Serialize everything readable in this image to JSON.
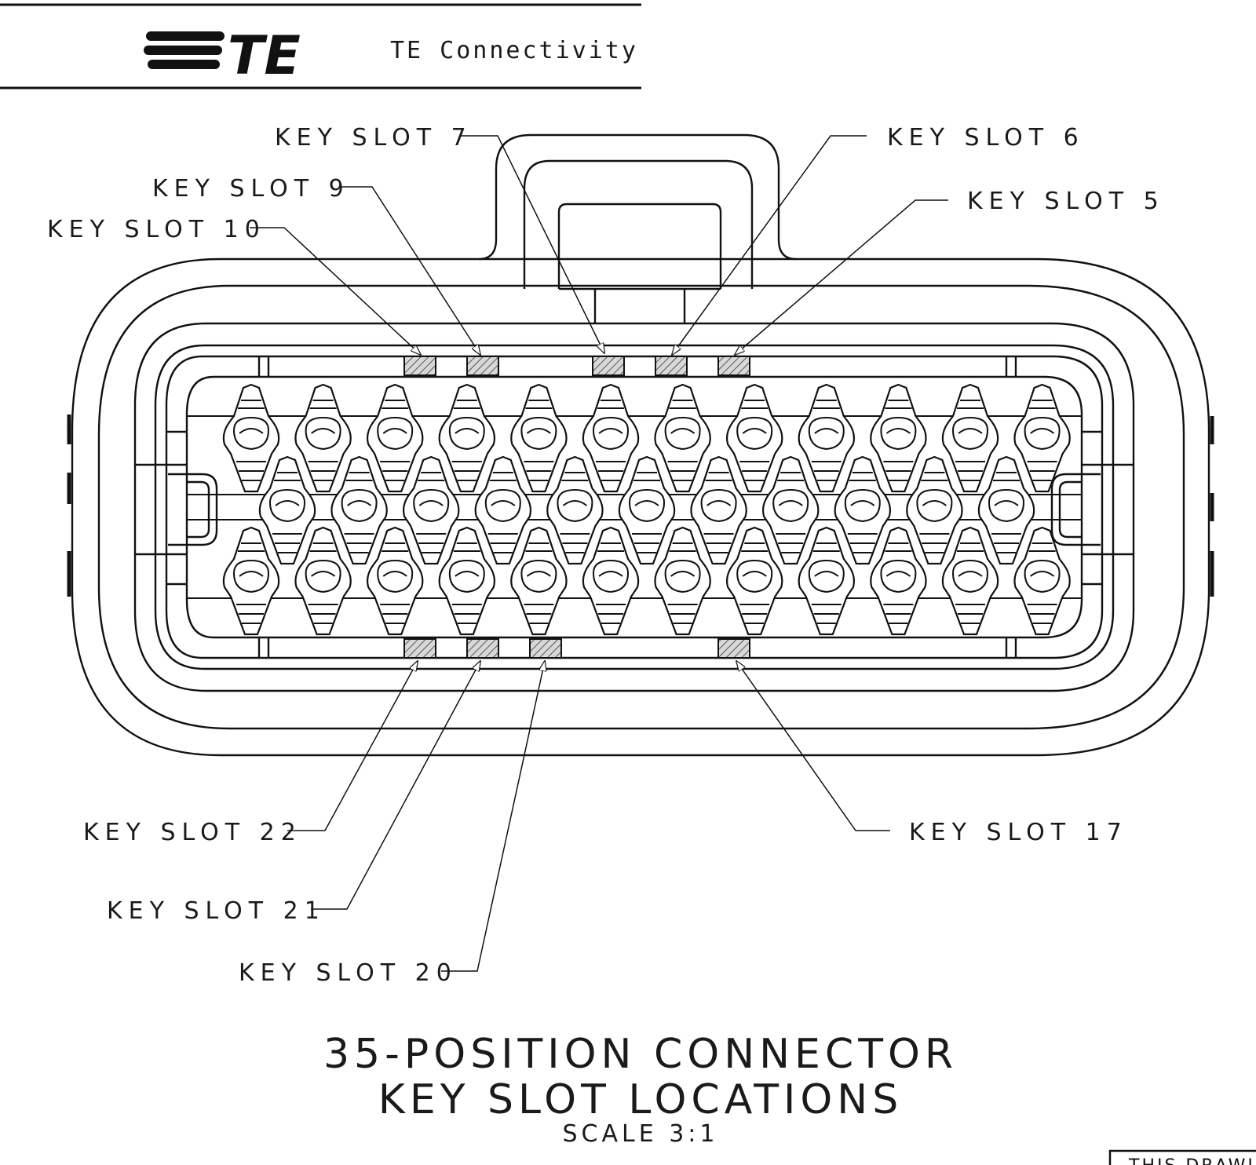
{
  "header": {
    "logo_text": "TE",
    "company_name": "TE Connectivity"
  },
  "callouts": {
    "key_slot_7": "KEY SLOT 7",
    "key_slot_9": "KEY SLOT 9",
    "key_slot_10": "KEY SLOT 10",
    "key_slot_6": "KEY SLOT 6",
    "key_slot_5": "KEY SLOT 5",
    "key_slot_22": "KEY SLOT 22",
    "key_slot_21": "KEY SLOT 21",
    "key_slot_20": "KEY SLOT 20",
    "key_slot_17": "KEY SLOT 17"
  },
  "title": {
    "line1": "35-POSITION CONNECTOR",
    "line2": "KEY SLOT LOCATIONS",
    "scale": "SCALE 3:1"
  },
  "footer": {
    "note_fragment": "THIS DRAWING"
  },
  "connector": {
    "positions": 35,
    "top_row_count": 12,
    "middle_row_count": 11,
    "bottom_row_count": 12
  },
  "colors": {
    "line": "#111111",
    "hatch_fill": "#d8d8d8",
    "background": "#ffffff"
  }
}
